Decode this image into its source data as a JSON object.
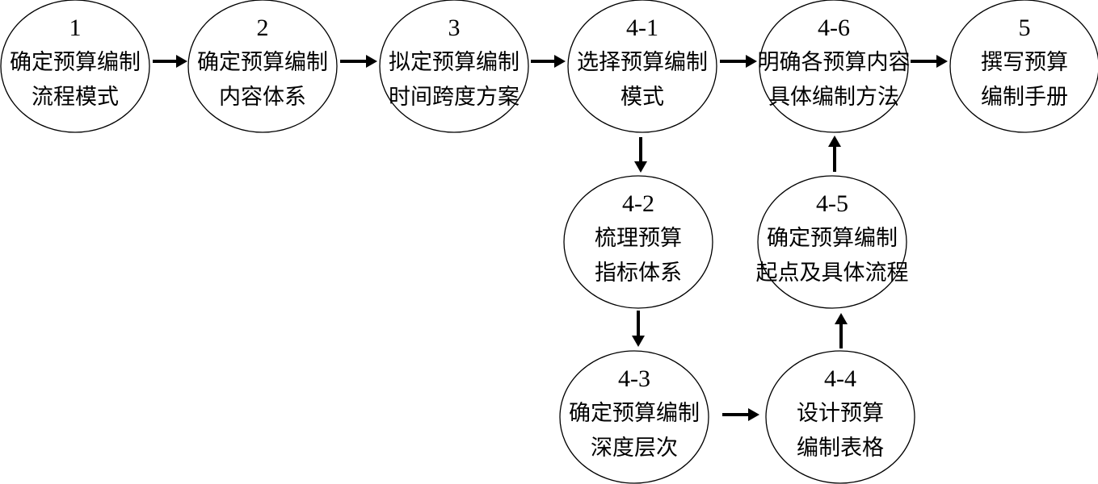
{
  "nodes": [
    {
      "id": "1",
      "label": "1",
      "lines": [
        "确定预算编制",
        "流程模式"
      ]
    },
    {
      "id": "2",
      "label": "2",
      "lines": [
        "确定预算编制",
        "内容体系"
      ]
    },
    {
      "id": "3",
      "label": "3",
      "lines": [
        "拟定预算编制",
        "时间跨度方案"
      ]
    },
    {
      "id": "4-1",
      "label": "4-1",
      "lines": [
        "选择预算编制",
        "模式"
      ]
    },
    {
      "id": "4-6",
      "label": "4-6",
      "lines": [
        "明确各预算内容",
        "具体编制方法"
      ]
    },
    {
      "id": "5",
      "label": "5",
      "lines": [
        "撰写预算",
        "编制手册"
      ]
    },
    {
      "id": "4-2",
      "label": "4-2",
      "lines": [
        "梳理预算",
        "指标体系"
      ]
    },
    {
      "id": "4-5",
      "label": "4-5",
      "lines": [
        "确定预算编制",
        "起点及具体流程"
      ]
    },
    {
      "id": "4-3",
      "label": "4-3",
      "lines": [
        "确定预算编制",
        "深度层次"
      ]
    },
    {
      "id": "4-4",
      "label": "4-4",
      "lines": [
        "设计预算",
        "编制表格"
      ]
    }
  ],
  "edges": [
    {
      "from": "1",
      "to": "2"
    },
    {
      "from": "2",
      "to": "3"
    },
    {
      "from": "3",
      "to": "4-1"
    },
    {
      "from": "4-1",
      "to": "4-6"
    },
    {
      "from": "4-6",
      "to": "5"
    },
    {
      "from": "4-1",
      "to": "4-2"
    },
    {
      "from": "4-2",
      "to": "4-3"
    },
    {
      "from": "4-3",
      "to": "4-4"
    },
    {
      "from": "4-4",
      "to": "4-5"
    },
    {
      "from": "4-5",
      "to": "4-6"
    }
  ]
}
